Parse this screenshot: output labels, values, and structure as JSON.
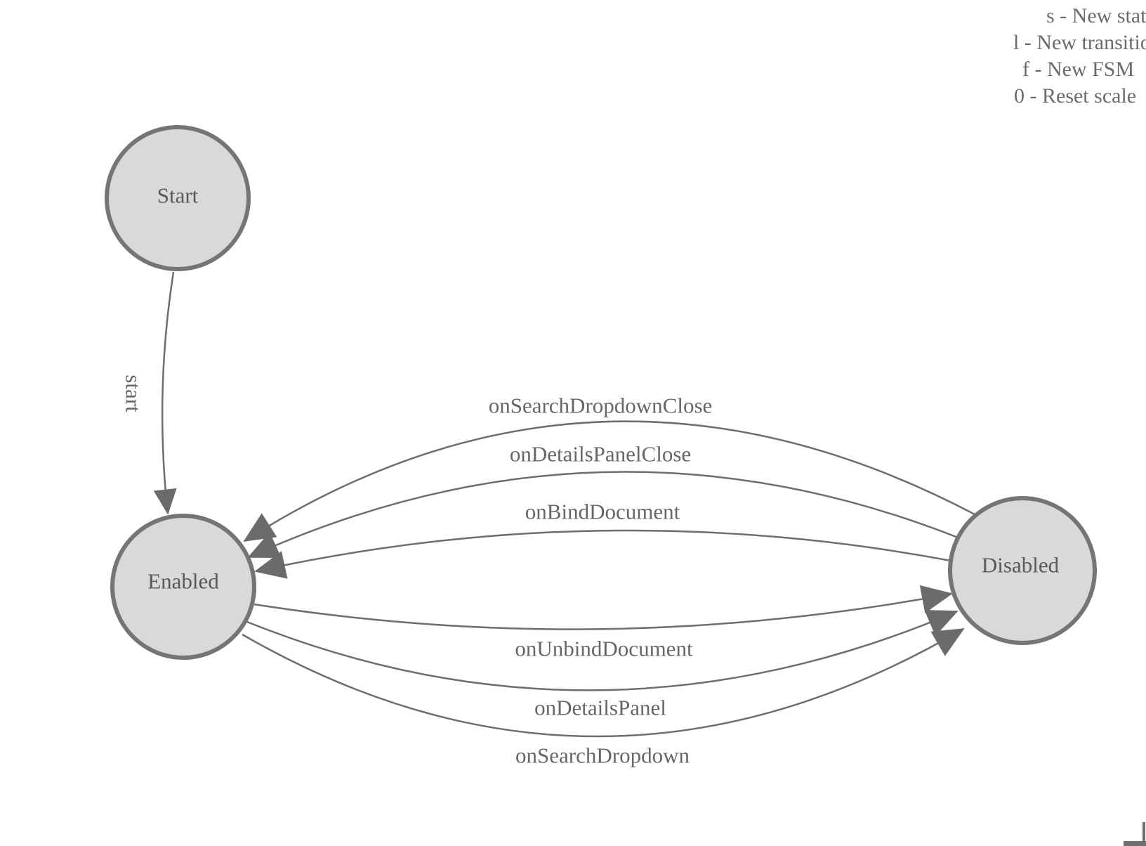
{
  "app": {
    "type": "fsm-designer-canvas"
  },
  "hints": {
    "lines": [
      "s - New state",
      "l - New transition",
      "f - New FSM",
      "0 - Reset scale"
    ]
  },
  "states": [
    {
      "id": "start",
      "label": "Start"
    },
    {
      "id": "enabled",
      "label": "Enabled"
    },
    {
      "id": "disabled",
      "label": "Disabled"
    }
  ],
  "transitions": [
    {
      "label": "start",
      "from": "Start",
      "to": "Enabled"
    },
    {
      "label": "onSearchDropdownClose",
      "from": "Disabled",
      "to": "Enabled"
    },
    {
      "label": "onDetailsPanelClose",
      "from": "Disabled",
      "to": "Enabled"
    },
    {
      "label": "onBindDocument",
      "from": "Disabled",
      "to": "Enabled"
    },
    {
      "label": "onUnbindDocument",
      "from": "Enabled",
      "to": "Disabled"
    },
    {
      "label": "onDetailsPanel",
      "from": "Enabled",
      "to": "Disabled"
    },
    {
      "label": "onSearchDropdown",
      "from": "Enabled",
      "to": "Disabled"
    }
  ],
  "colors": {
    "node_fill": "#d9d9d9",
    "node_stroke": "#757575",
    "edge_stroke": "#6e6e6e",
    "arrow_fill": "#6b6b6b",
    "label_text": "#666666",
    "hint_text": "#6b6b6b",
    "background": "#ffffff"
  }
}
